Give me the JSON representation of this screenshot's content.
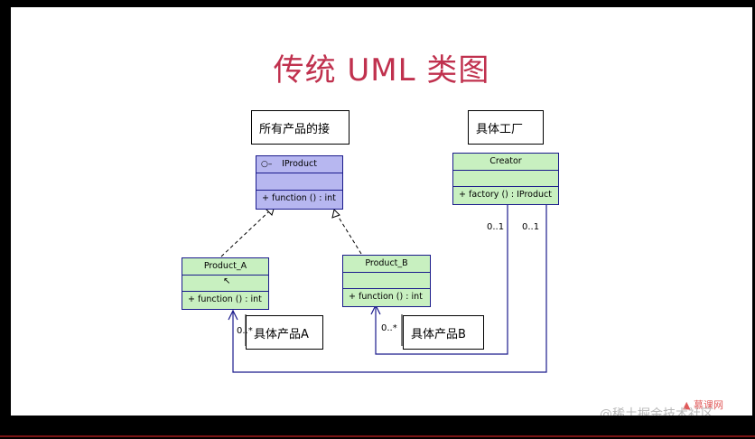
{
  "title": "传统 UML 类图",
  "notes": {
    "interface_note": "所有产品的接",
    "factory_note": "具体工厂",
    "product_a_note": "具体产品A",
    "product_b_note": "具体产品B"
  },
  "classes": {
    "iproduct": {
      "icon": "interface-icon",
      "name": "IProduct",
      "operation": "+  function ()  : int",
      "color": "#b7b7f0"
    },
    "creator": {
      "name": "Creator",
      "operation": "+  factory ()  : IProduct",
      "color": "#c8f0c0"
    },
    "product_a": {
      "name": "Product_A",
      "operation": "+  function ()  : int",
      "color": "#c8f0c0"
    },
    "product_b": {
      "name": "Product_B",
      "operation": "+  function ()  : int",
      "color": "#c8f0c0"
    }
  },
  "multiplicities": {
    "creator_left": "0..1",
    "creator_right": "0..1",
    "product_a": "0..*",
    "product_b": "0..*"
  },
  "watermark": "@稀土掘金技术社区",
  "brand": "慕课网"
}
